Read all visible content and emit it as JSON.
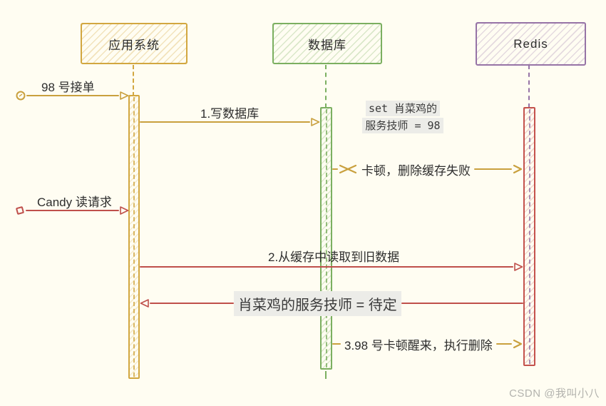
{
  "diagram": {
    "background": "#FFFDF2",
    "actors": [
      {
        "label": "应用系统",
        "color": "#D2A740"
      },
      {
        "label": "数据库",
        "color": "#7BAF60"
      },
      {
        "label": "Redis",
        "color": "#9673A6"
      }
    ],
    "colors": {
      "yellow_arrow": "#C9A03E",
      "red_arrow": "#BF4F4B",
      "redis_activation": "#C4524D",
      "note_highlight": "#ECECE8"
    },
    "messages": [
      {
        "label": "98 号接单",
        "from": "customer-98",
        "to": "应用系统",
        "color": "#C9A03E"
      },
      {
        "label": "1.写数据库",
        "from": "应用系统",
        "to": "数据库",
        "color": "#C9A03E"
      },
      {
        "note_line1": "set 肖菜鸡的",
        "note_line2": "服务技师 = 98",
        "type": "note",
        "at": "数据库"
      },
      {
        "label": "卡顿，删除缓存失败",
        "from": "数据库",
        "to": "Redis",
        "color": "#C9A03E",
        "status": "failed"
      },
      {
        "label": "Candy 读请求",
        "from": "customer-candy",
        "to": "应用系统",
        "color": "#BF4F4B"
      },
      {
        "label": "2.从缓存中读取到旧数据",
        "from": "应用系统",
        "to": "Redis",
        "color": "#BF4F4B"
      },
      {
        "label": "肖菜鸡的服务技师 = 待定",
        "from": "Redis",
        "to": "应用系统",
        "color": "#BF4F4B",
        "type": "return"
      },
      {
        "label": "3.98 号卡顿醒来，执行删除",
        "from": "数据库",
        "to": "Redis",
        "color": "#C9A03E"
      }
    ],
    "watermark": "CSDN @我叫小八"
  }
}
